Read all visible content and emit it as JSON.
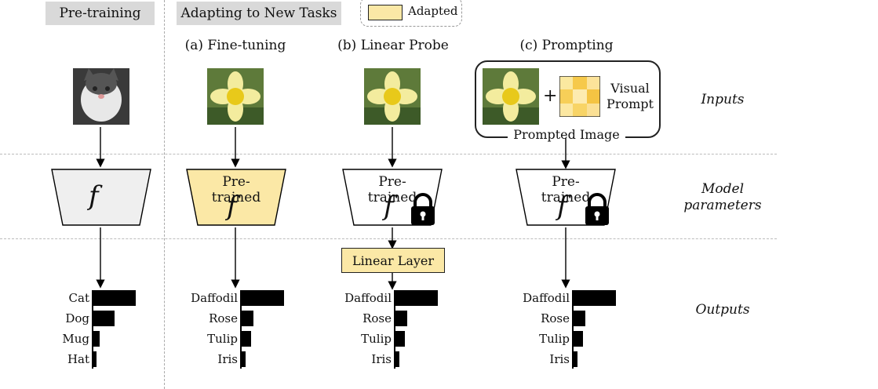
{
  "headers": {
    "pretraining": "Pre-training",
    "adapting": "Adapting to New Tasks"
  },
  "legend": {
    "label": "Adapted",
    "color": "#fbe8a6"
  },
  "columns": {
    "a": "(a) Fine-tuning",
    "b": "(b) Linear Probe",
    "c": "(c) Prompting"
  },
  "row_labels": {
    "inputs": "Inputs",
    "model": "Model parameters",
    "outputs": "Outputs"
  },
  "model": {
    "f": "f",
    "pretrained": "Pre-trained"
  },
  "linear_layer": "Linear Layer",
  "prompt": {
    "plus": "+",
    "visual_prompt": "Visual Prompt",
    "prompted_image": "Prompted Image"
  },
  "outputs": {
    "pretraining": {
      "labels": [
        "Cat",
        "Dog",
        "Mug",
        "Hat"
      ],
      "values": [
        1.0,
        0.5,
        0.15,
        0.08
      ]
    },
    "finetune": {
      "labels": [
        "Daffodil",
        "Rose",
        "Tulip",
        "Iris"
      ],
      "values": [
        1.0,
        0.28,
        0.22,
        0.1
      ]
    },
    "probe": {
      "labels": [
        "Daffodil",
        "Rose",
        "Tulip",
        "Iris"
      ],
      "values": [
        1.0,
        0.28,
        0.22,
        0.1
      ]
    },
    "prompt": {
      "labels": [
        "Daffodil",
        "Rose",
        "Tulip",
        "Iris"
      ],
      "values": [
        1.0,
        0.28,
        0.22,
        0.1
      ]
    }
  }
}
